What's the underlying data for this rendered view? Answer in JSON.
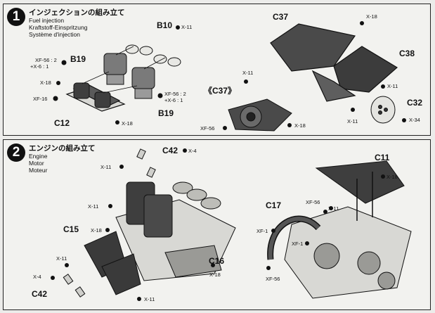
{
  "step1": {
    "number": "1",
    "title_jp": "インジェクションの組み立て",
    "title_en": "Fuel injection",
    "title_de": "Kraftstoff-Einspritzung",
    "title_fr": "Système d'injection",
    "parts": {
      "b10": "B10",
      "b19a": "B19",
      "b19b": "B19",
      "c12": "C12",
      "c37": "C37",
      "c37_bracket": "《C37》",
      "c38": "C38",
      "c32": "C32"
    },
    "callouts": {
      "x11_b10": "X-11",
      "xf56_left": "XF-56 : 2",
      "x6_left": "+X-6 : 1",
      "x18_left": "X-18",
      "xf16": "XF-16",
      "xf56_right": "XF-56 : 2",
      "x6_right": "+X-6 : 1",
      "x18_bottom": "X-18",
      "x18_c37": "X-18",
      "x11_c37b": "X-11",
      "xf56_c37b": "XF-56",
      "x18_c37b": "X-18",
      "x11_c32": "X-11",
      "x11_c32b": "X-11",
      "x34": "X-34"
    }
  },
  "step2": {
    "number": "2",
    "title_jp": "エンジンの組み立て",
    "title_en": "Engine",
    "title_de": "Motor",
    "title_fr": "Moteur",
    "parts": {
      "c42a": "C42",
      "c42b": "C42",
      "c15": "C15",
      "c16": "C16",
      "c11": "C11",
      "c17": "C17"
    },
    "callouts": {
      "x4_top": "X-4",
      "x11_top": "X-11",
      "x11_mid": "X-11",
      "x18_c15": "X-18",
      "x11_left": "X-11",
      "x4_left": "X-4",
      "x11_bottom": "X-11",
      "x18_c16": "X-18",
      "x18_c11": "X-18",
      "xf56_c17": "XF-56",
      "x11_c17": "X-11",
      "xf1_a": "XF-1",
      "xf1_b": "XF-1",
      "xf56_bottom": "XF-56"
    }
  },
  "colors": {
    "part_dark": "#4a4a4a",
    "part_mid": "#8a8a8a",
    "part_light": "#d8d8d4",
    "line": "#111111"
  }
}
